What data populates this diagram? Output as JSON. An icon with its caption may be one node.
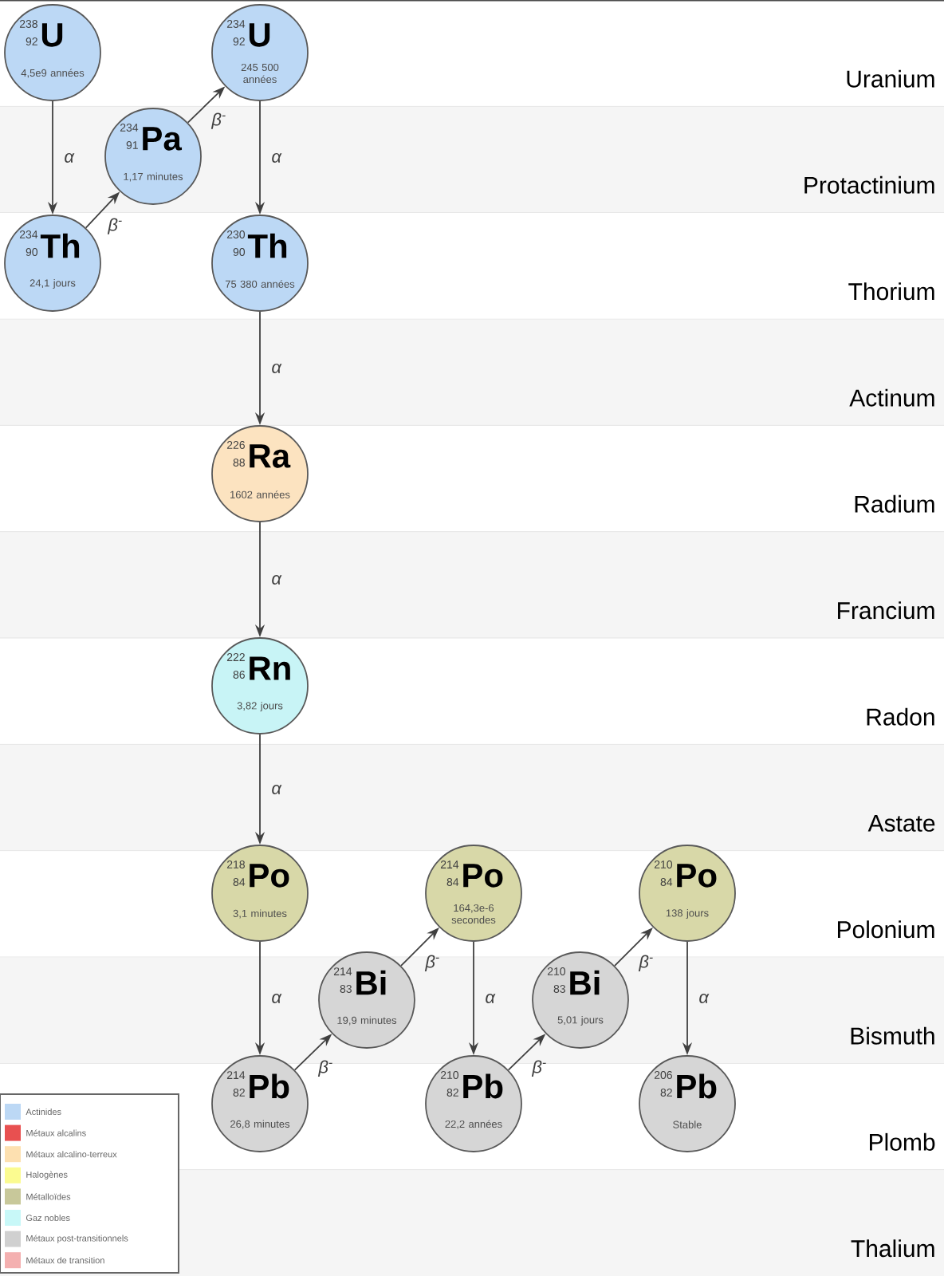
{
  "diagram": {
    "nodes": [
      {
        "text": [
          "238",
          "92",
          "U",
          "4,5e9 années"
        ]
      },
      {
        "text": [
          "234",
          "92",
          "U",
          "245 500 années"
        ]
      },
      {
        "text": [
          "234",
          "91",
          "Pa",
          "1,17 minutes"
        ]
      },
      {
        "text": [
          "234",
          "90",
          "Th",
          "24,1 jours"
        ]
      },
      {
        "text": [
          "230",
          "90",
          "Th",
          "75 380 années"
        ]
      },
      {
        "text": [
          "226",
          "88",
          "Ra",
          "1602 années"
        ]
      },
      {
        "text": [
          "222",
          "86",
          "Rn",
          "3,82 jours"
        ]
      },
      {
        "text": [
          "218",
          "84",
          "Po",
          "3,1 minutes"
        ]
      },
      {
        "text": [
          "214",
          "84",
          "Po",
          "164,3e-6 secondes"
        ]
      },
      {
        "text": [
          "210",
          "84",
          "Po",
          "138 jours"
        ]
      },
      {
        "text": [
          "214",
          "83",
          "Bi",
          "19,9 minutes"
        ]
      },
      {
        "text": [
          "210",
          "83",
          "Bi",
          "5,01 jours"
        ]
      },
      {
        "text": [
          "214",
          "82",
          "Pb",
          "26,8 minutes"
        ]
      },
      {
        "text": [
          "210",
          "82",
          "Pb",
          "22,2 années"
        ]
      },
      {
        "text": [
          "206",
          "82",
          "Pb",
          "Stable"
        ]
      }
    ],
    "edges": [
      {
        "from": 0,
        "to": 3,
        "arrow": "to",
        "label": "α"
      },
      {
        "from": 3,
        "to": 2,
        "arrow": "to",
        "label": "β$^{-}$"
      },
      {
        "from": 2,
        "to": 1,
        "arrow": "to",
        "label": "β$^{-}$"
      },
      {
        "from": 1,
        "to": 4,
        "arrow": "to",
        "label": "α"
      },
      {
        "from": 4,
        "to": 5,
        "arrow": "to",
        "label": "α"
      },
      {
        "from": 5,
        "to": 6,
        "arrow": "to",
        "label": "α"
      },
      {
        "from": 6,
        "to": 7,
        "arrow": "to",
        "label": "α"
      },
      {
        "from": 7,
        "to": 12,
        "arrow": "to",
        "label": "α"
      },
      {
        "from": 12,
        "to": 10,
        "arrow": "to",
        "label": "β$^{-}$"
      },
      {
        "from": 10,
        "to": 8,
        "arrow": "to",
        "label": "β$^{-}$"
      },
      {
        "from": 8,
        "to": 13,
        "arrow": "to",
        "label": "α"
      },
      {
        "from": 13,
        "to": 11,
        "arrow": "to",
        "label": "β$^{-}$"
      },
      {
        "from": 11,
        "to": 9,
        "arrow": "to",
        "label": "β$^{-}$"
      },
      {
        "from": 9,
        "to": 14,
        "arrow": "to",
        "label": "α"
      }
    ],
    "labels": [
      "Uranium",
      "Protactinium",
      "Thorium",
      "Actinum",
      "Radium",
      "Francium",
      "Radon",
      "Astate",
      "Polonium",
      "Bismuth",
      "Plomb",
      "Thalium"
    ],
    "legend": [
      {
        "text": "Actinides",
        "color": "#bcd8f5"
      },
      {
        "text": "Métaux alcalins",
        "color": "#e85050"
      },
      {
        "text": "Métaux alcalino-terreux",
        "color": "#fde0b0"
      },
      {
        "text": "Halogènes",
        "color": "#fbfb90"
      },
      {
        "text": "Métalloïdes",
        "color": "#c8c89a"
      },
      {
        "text": "Gaz nobles",
        "color": "#c8f8f8"
      },
      {
        "text": "Métaux post-transitionnels",
        "color": "#d0d0d0"
      },
      {
        "text": "Métaux de transition",
        "color": "#f4b0b0"
      }
    ]
  }
}
